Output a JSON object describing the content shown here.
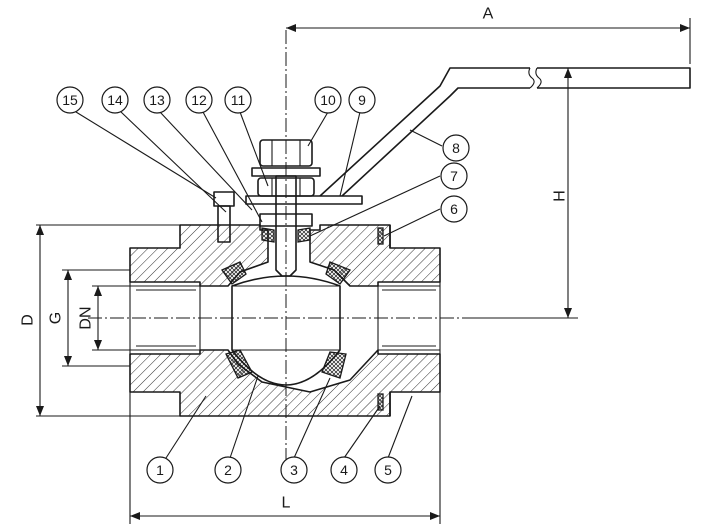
{
  "dimension_labels": {
    "A": "A",
    "H": "H",
    "D": "D",
    "G": "G",
    "DN": "DN",
    "L": "L"
  },
  "part_numbers": [
    "1",
    "2",
    "3",
    "4",
    "5",
    "6",
    "7",
    "8",
    "9",
    "10",
    "11",
    "12",
    "13",
    "14",
    "15"
  ],
  "colors": {
    "line": "#1a1a1a",
    "background": "#ffffff"
  }
}
